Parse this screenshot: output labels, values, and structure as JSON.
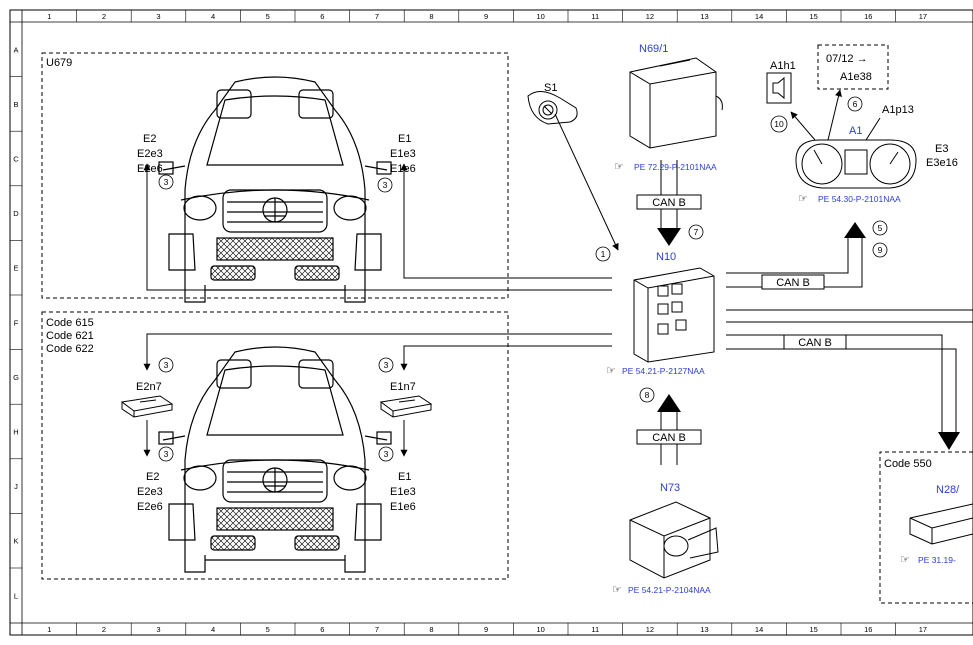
{
  "grid": {
    "columns": [
      "1",
      "2",
      "3",
      "4",
      "5",
      "6",
      "7",
      "8",
      "9",
      "10",
      "11",
      "12",
      "13",
      "14",
      "15",
      "16",
      "17"
    ],
    "rows": [
      "A",
      "B",
      "C",
      "D",
      "E",
      "F",
      "G",
      "H",
      "J",
      "K",
      "L"
    ]
  },
  "regions": {
    "top": {
      "label": "U679"
    },
    "bottom": {
      "label_lines": [
        "Code 615",
        "Code 621",
        "Code 622"
      ]
    },
    "right": {
      "label": "Code 550"
    }
  },
  "components": {
    "s1": "S1",
    "n69": {
      "label": "N69/1",
      "ref": "PE 72.29-P-2101NAA"
    },
    "n10": {
      "label": "N10",
      "ref": "PE 54.21-P-2127NAA"
    },
    "n73": {
      "label": "N73",
      "ref": "PE 54.21-P-2104NAA"
    },
    "a1": {
      "label": "A1",
      "ref": "PE 54.30-P-2101NAA"
    },
    "a1h1": "A1h1",
    "a1p13": "A1p13",
    "a1e38": {
      "date": "07/12 →",
      "label": "A1e38"
    },
    "e3": [
      "E3",
      "E3e16"
    ],
    "n28": {
      "label": "N28/",
      "ref": "PE 31.19-"
    },
    "e2_top": [
      "E2",
      "E2e3",
      "E2e6"
    ],
    "e1_top": [
      "E1",
      "E1e3",
      "E1e6"
    ],
    "e2n7": "E2n7",
    "e1n7": "E1n7",
    "e2_bottom": [
      "E2",
      "E2e3",
      "E2e6"
    ],
    "e1_bottom": [
      "E1",
      "E1e3",
      "E1e6"
    ]
  },
  "bus_labels": {
    "can1": "CAN B",
    "can2": "CAN B",
    "can3": "CAN B",
    "can4": "CAN B"
  },
  "markers": {
    "m1": "1",
    "m3a": "3",
    "m3b": "3",
    "m3c": "3",
    "m3d": "3",
    "m3e": "3",
    "m3f": "3",
    "m5": "5",
    "m6": "6",
    "m7": "7",
    "m8": "8",
    "m9": "9",
    "m10": "10"
  },
  "colors": {
    "link": "#2b3fd6",
    "line": "#000000"
  }
}
